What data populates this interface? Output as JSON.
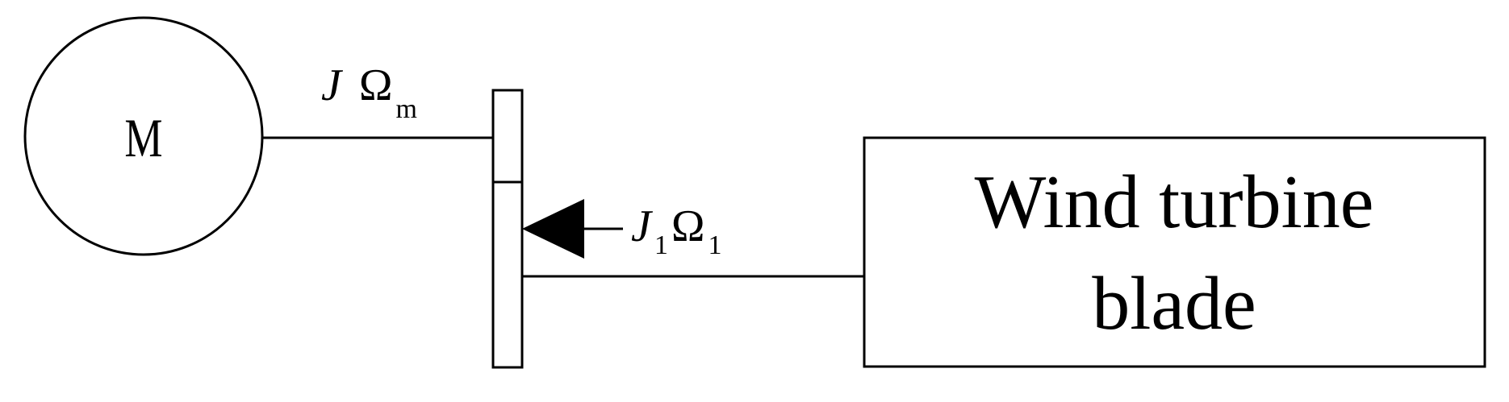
{
  "motor": {
    "label": "M"
  },
  "motor_shaft_label": {
    "inertia": "J",
    "speed": "Ω",
    "speed_subscript": "m"
  },
  "blade_shaft_label": {
    "inertia": "J",
    "inertia_subscript": "1",
    "speed": "Ω",
    "speed_subscript": "1"
  },
  "blade_box": {
    "line1": "Wind turbine",
    "line2": "blade"
  }
}
